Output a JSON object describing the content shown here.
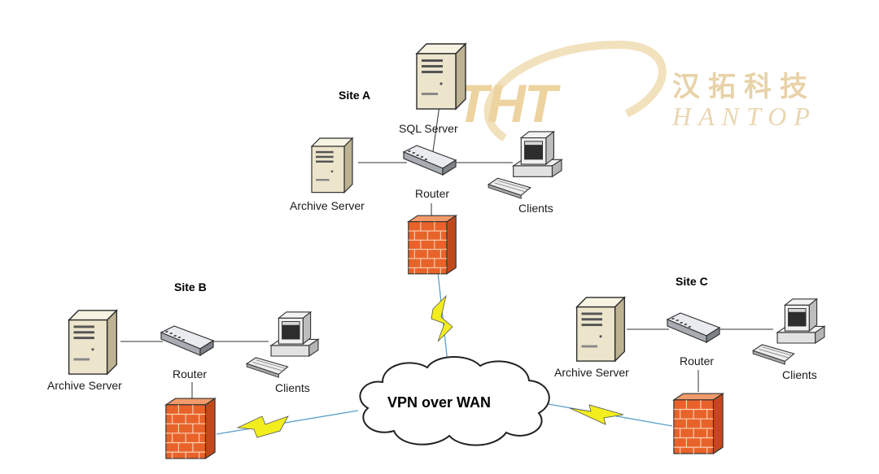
{
  "watermark": {
    "logo_text": "THT",
    "chinese_name": "汉拓科技",
    "english_name": "HANTOP"
  },
  "sites": {
    "a": {
      "title": "Site A",
      "sql_server": "SQL Server",
      "archive_server": "Archive Server",
      "router": "Router",
      "clients": "Clients"
    },
    "b": {
      "title": "Site B",
      "archive_server": "Archive Server",
      "router": "Router",
      "clients": "Clients"
    },
    "c": {
      "title": "Site C",
      "archive_server": "Archive Server",
      "router": "Router",
      "clients": "Clients"
    }
  },
  "wan": {
    "label": "VPN over WAN"
  },
  "icons": [
    "server-icon",
    "router-icon",
    "client-computer-icon",
    "firewall-icon",
    "lightning-link-icon",
    "cloud-icon"
  ],
  "colors": {
    "firewall": "#e8632a",
    "lightning": "#f2ee1e",
    "wan_link": "#5aa0c8",
    "server_body": "#ece5cc"
  }
}
